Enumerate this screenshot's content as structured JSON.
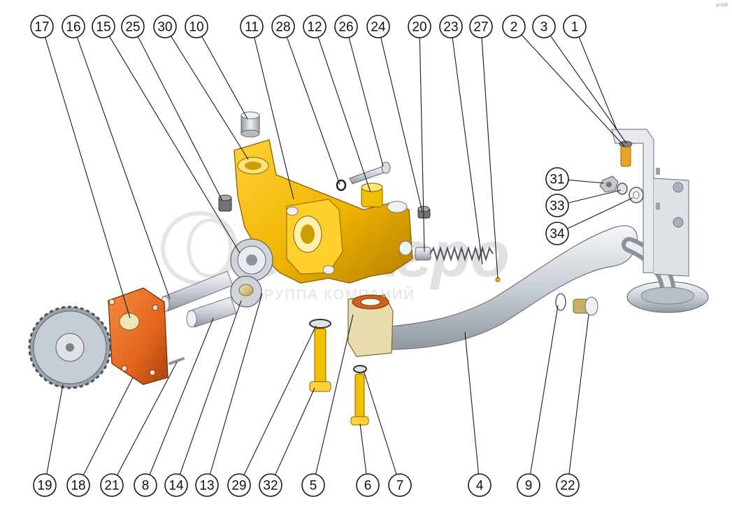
{
  "watermark": {
    "brand": "белагро",
    "tagline": "ГРУППА КОМПАНИЙ"
  },
  "corner_mark": "⇄ 500",
  "colors": {
    "housing": "#f0b400",
    "housing_dark": "#b47e00",
    "cover": "#e2661e",
    "cover_dark": "#a8420c",
    "steel": "#d9dde3",
    "steel_dark": "#7f8791",
    "bronze": "#d6c28a"
  },
  "callouts": [
    {
      "id": "17",
      "label": "17"
    },
    {
      "id": "16",
      "label": "16"
    },
    {
      "id": "15",
      "label": "15"
    },
    {
      "id": "25",
      "label": "25"
    },
    {
      "id": "30",
      "label": "30"
    },
    {
      "id": "10",
      "label": "10"
    },
    {
      "id": "11",
      "label": "11"
    },
    {
      "id": "28",
      "label": "28"
    },
    {
      "id": "12",
      "label": "12"
    },
    {
      "id": "26",
      "label": "26"
    },
    {
      "id": "24",
      "label": "24"
    },
    {
      "id": "20",
      "label": "20"
    },
    {
      "id": "23",
      "label": "23"
    },
    {
      "id": "27",
      "label": "27"
    },
    {
      "id": "2",
      "label": "2"
    },
    {
      "id": "3",
      "label": "3"
    },
    {
      "id": "1",
      "label": "1"
    },
    {
      "id": "31",
      "label": "31"
    },
    {
      "id": "33",
      "label": "33"
    },
    {
      "id": "34",
      "label": "34"
    },
    {
      "id": "19",
      "label": "19"
    },
    {
      "id": "18",
      "label": "18"
    },
    {
      "id": "21",
      "label": "21"
    },
    {
      "id": "8",
      "label": "8"
    },
    {
      "id": "14",
      "label": "14"
    },
    {
      "id": "13",
      "label": "13"
    },
    {
      "id": "29",
      "label": "29"
    },
    {
      "id": "32",
      "label": "32"
    },
    {
      "id": "5",
      "label": "5"
    },
    {
      "id": "6",
      "label": "6"
    },
    {
      "id": "7",
      "label": "7"
    },
    {
      "id": "4",
      "label": "4"
    },
    {
      "id": "9",
      "label": "9"
    },
    {
      "id": "22",
      "label": "22"
    }
  ]
}
